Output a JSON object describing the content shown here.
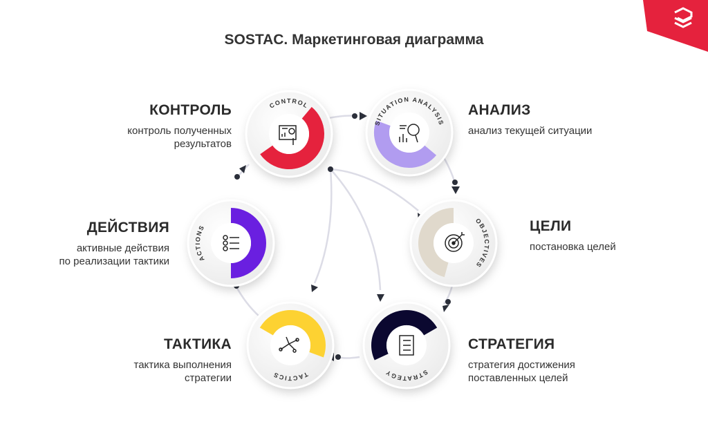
{
  "title": "SOSTAC. Маркетинговая диаграмма",
  "logo": {
    "icon": "brand-logo-icon",
    "color": "#e5223d"
  },
  "stages": [
    {
      "id": "control",
      "heading": "КОНТРОЛЬ",
      "desc": [
        "контроль полученных",
        "результатов"
      ],
      "ring_label": "CONTROL",
      "color": "#e5223d",
      "icon": "dashboard-touch-icon"
    },
    {
      "id": "analysis",
      "heading": "АНАЛИЗ",
      "desc": [
        "анализ текущей ситуации"
      ],
      "ring_label": "SITUATION ANALYSIS",
      "color": "#b19cf0",
      "icon": "chart-magnifier-icon"
    },
    {
      "id": "objectives",
      "heading": "ЦЕЛИ",
      "desc": [
        "постановка целей"
      ],
      "ring_label": "OBJECTIVES",
      "color": "#e0d9cc",
      "icon": "target-icon"
    },
    {
      "id": "strategy",
      "heading": "СТРАТЕГИЯ",
      "desc": [
        "стратегия достижения",
        "поставленных целей"
      ],
      "ring_label": "STRATEGY",
      "color": "#0b0830",
      "icon": "clipboard-plan-icon"
    },
    {
      "id": "tactics",
      "heading": "ТАКТИКА",
      "desc": [
        "тактика выполнения",
        "стратегии"
      ],
      "ring_label": "TACTICS",
      "color": "#fdd232",
      "icon": "play-scheme-icon"
    },
    {
      "id": "actions",
      "heading": "ДЕЙСТВИЯ",
      "desc": [
        "активные действия",
        "по реализации тактики"
      ],
      "ring_label": "ACTIONS",
      "color": "#6a1fe0",
      "icon": "checklist-icon"
    }
  ]
}
